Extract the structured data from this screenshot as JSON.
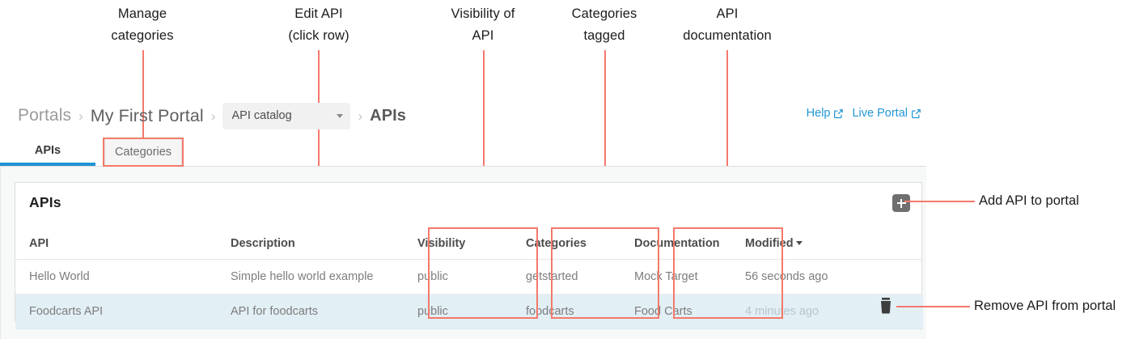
{
  "annotations": {
    "top": [
      {
        "name": "manage-categories",
        "text": "Manage\ncategories"
      },
      {
        "name": "edit-api",
        "text": "Edit API\n(click row)"
      },
      {
        "name": "visibility-of-api",
        "text": "Visibility of\nAPI"
      },
      {
        "name": "categories-tagged",
        "text": "Categories\ntagged"
      },
      {
        "name": "api-documentation",
        "text": "API\ndocumentation"
      }
    ],
    "right": [
      {
        "name": "add-api-to-portal",
        "text": "Add API to portal"
      },
      {
        "name": "remove-api-from-portal",
        "text": "Remove API from portal"
      }
    ],
    "accent_color": "#f4796b"
  },
  "breadcrumb": {
    "portals": "Portals",
    "portal_name": "My First Portal",
    "catalog_select": "API catalog",
    "current": "APIs",
    "separator": "›"
  },
  "header_links": [
    {
      "name": "help-link",
      "label": "Help"
    },
    {
      "name": "live-portal-link",
      "label": "Live Portal"
    }
  ],
  "tabs": [
    {
      "name": "tab-apis",
      "label": "APIs",
      "active": true
    },
    {
      "name": "tab-categories",
      "label": "Categories",
      "active": false
    }
  ],
  "panel": {
    "title": "APIs",
    "add_button_label": "+",
    "columns": [
      {
        "key": "api",
        "label": "API"
      },
      {
        "key": "description",
        "label": "Description"
      },
      {
        "key": "visibility",
        "label": "Visibility"
      },
      {
        "key": "categories",
        "label": "Categories"
      },
      {
        "key": "documentation",
        "label": "Documentation"
      },
      {
        "key": "modified",
        "label": "Modified",
        "sorted": true
      }
    ],
    "rows": [
      {
        "api": "Hello World",
        "description": "Simple hello world example",
        "visibility": "public",
        "categories": "getstarted",
        "documentation": "Mock Target",
        "modified": "56 seconds ago",
        "selected": false
      },
      {
        "api": "Foodcarts API",
        "description": "API for foodcarts",
        "visibility": "public",
        "categories": "foodcarts",
        "documentation": "Food Carts",
        "modified": "4 minutes ago",
        "selected": true
      }
    ]
  },
  "colors": {
    "accent_blue": "#1f93d4",
    "link_blue": "#2196d6",
    "annotation_red": "#f4796b",
    "selected_row": "#e2eff5",
    "add_button": "#6f6f6f"
  }
}
